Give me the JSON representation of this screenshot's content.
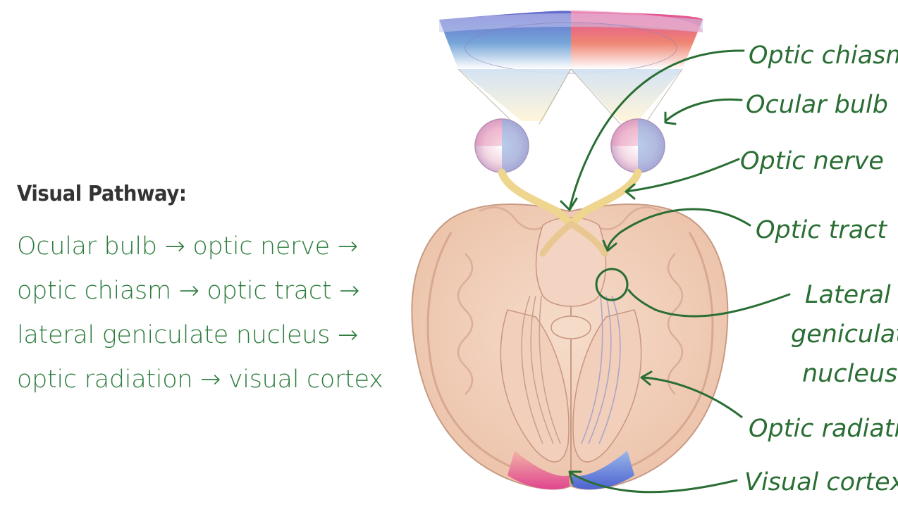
{
  "heading": "Visual Pathway:",
  "pathway_lines": [
    "Ocular bulb → optic nerve →",
    "optic chiasm → optic tract →",
    "lateral geniculate nucleus →",
    "optic radiation → visual cortex"
  ],
  "labels": {
    "optic_chiasm": "Optic chiasm",
    "ocular_bulb": "Ocular bulb",
    "optic_nerve": "Optic nerve",
    "optic_tract": "Optic tract",
    "lgn_line1": "Lateral",
    "lgn_line2": "geniculate",
    "lgn_line3": "nucleus",
    "optic_radiation": "Optic radiation",
    "visual_cortex": "Visual cortex"
  },
  "colors": {
    "annotation_green": "#2a6e34",
    "text_green": "#2e7d3e",
    "left_field": "#5b62c9",
    "right_field": "#e0458e",
    "brain_tissue": "#f1cdb8"
  }
}
